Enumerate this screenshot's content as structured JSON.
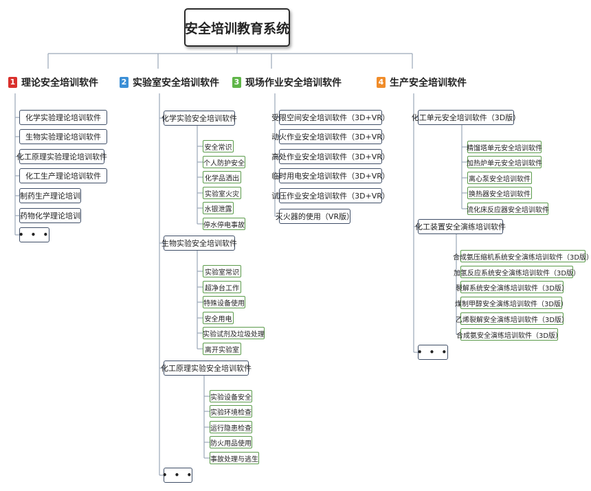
{
  "title": "安全培训教育系统",
  "categories": [
    {
      "num": "1",
      "color": "#d9302c",
      "label": "理论安全培训软件"
    },
    {
      "num": "2",
      "color": "#3b8fd6",
      "label": "实验室安全培训软件"
    },
    {
      "num": "3",
      "color": "#5fb548",
      "label": "现场作业安全培训软件"
    },
    {
      "num": "4",
      "color": "#f08c2a",
      "label": "生产安全培训软件"
    }
  ],
  "theory": [
    "化学实验理论培训软件",
    "生物实验理论培训软件",
    "化工原理实验理论培训软件",
    "化工生产理论培训软件",
    "制药生产理论培训",
    "药物化学理论培训"
  ],
  "lab": [
    {
      "label": "化学实验安全培训软件",
      "items": [
        "安全常识",
        "个人防护安全",
        "化学品洒出",
        "实验室火灾",
        "水银泄露",
        "停水停电事故"
      ]
    },
    {
      "label": "生物实验安全培训软件",
      "items": [
        "实验室常识",
        "超净台工作",
        "特殊设备使用",
        "安全用电",
        "实验试剂及垃圾处理",
        "离开实验室"
      ]
    },
    {
      "label": "化工原理实验安全培训软件",
      "items": [
        "实验设备安全",
        "实验环境检查",
        "运行隐患检查",
        "防火用品使用",
        "事故处理与逃生"
      ]
    }
  ],
  "field": [
    "受限空间安全培训软件（3D+VR）",
    "动火作业安全培训软件（3D+VR）",
    "高处作业安全培训软件（3D+VR）",
    "临时用电安全培训软件（3D+VR）",
    "试压作业安全培训软件（3D+VR）",
    "灭火器的使用（VR版）"
  ],
  "production": [
    {
      "label": "化工单元安全培训软件（3D版）",
      "items": [
        "精馏塔单元安全培训软件",
        "加热炉单元安全培训软件",
        "离心泵安全培训软件",
        "换热器安全培训软件",
        "流化床反应器安全培训软件"
      ]
    },
    {
      "label": "化工装置安全演练培训软件",
      "items": [
        "合成氨压缩机系统安全演练培训软件（3D版）",
        "加氢反应系统安全演练培训软件（3D版）",
        "裂解系统安全演练培训软件（3D版）",
        "煤制甲醇安全演练培训软件（3D版）",
        "乙烯裂解安全演练培训软件（3D版）",
        "合成氨安全演练培训软件（3D版）"
      ]
    }
  ],
  "more": "• • •"
}
